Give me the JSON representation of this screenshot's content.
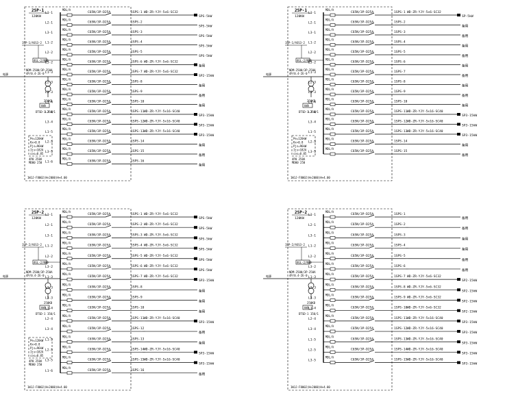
{
  "panels": [
    {
      "id": "tl",
      "ox": 36,
      "oy": 10,
      "w": 155,
      "h": 254,
      "title": "2SP-1",
      "power": "120KW",
      "in_label": "1SP-1/ASS3-2",
      "in_box": "4GL-2/N00",
      "feed": "电源",
      "breaker": "NDM-250H/3P-250A",
      "breaker2": "4P/0.4-2E-0",
      "rating": "250KB",
      "meter": "kWh",
      "ct": "DTSD-1 150/1",
      "notes": [
        "Pe=120kW",
        "Kx=0.8",
        "Pjs=96kW",
        "Ijs=182A",
        "cos=0.85"
      ],
      "tag1": "4P0 250A",
      "tag2": "MD00 250",
      "footer": "1W1J-F8002(H×2000)H+4.00",
      "rows": [
        {
          "bus": "L1-1",
          "brk": "MDL/A",
          "dev": "C65N/3P-D25A",
          "dest": "1SPS-1",
          "cable": "WD-ZR-YJY-5x6-SC32",
          "load": "SPS-5kW"
        },
        {
          "bus": "L2-1",
          "brk": "MDL/A",
          "dev": "C65N/3P-D25A",
          "dest": "1SPS-2",
          "cable": "",
          "load": "SPS-5kW"
        },
        {
          "bus": "L3-1",
          "brk": "MDL/A",
          "dev": "C65N/3P-D25A",
          "dest": "1SPS-3",
          "cable": "",
          "load": "SPS-5kW"
        },
        {
          "bus": "L1-2",
          "brk": "MDL/A",
          "dev": "C65N/3P-D25A",
          "dest": "1SPS-4",
          "cable": "",
          "load": "SPS-5kW"
        },
        {
          "bus": "L2-2",
          "brk": "MDL/A",
          "dev": "C65N/3P-D25A",
          "dest": "1SPS-5",
          "cable": "",
          "load": "SPS-5kW"
        },
        {
          "bus": "L3-2",
          "brk": "MDL/A",
          "dev": "C65N/3P-D25A",
          "dest": "1SPS-6",
          "cable": "WD-ZR-YJY-5x6-SC32",
          "load": "备用"
        },
        {
          "bus": "L1-3",
          "brk": "MDL/A",
          "dev": "C65N/3P-D25A",
          "dest": "1SPS-7",
          "cable": "WD-ZR-YJY-5x6-SC32",
          "load": "SP2-15kW"
        },
        {
          "bus": "L2-3",
          "brk": "MDL/A",
          "dev": "C65N/3P-D25A",
          "dest": "1SPS-8",
          "cable": "",
          "load": "备用"
        },
        {
          "bus": "L3-3",
          "brk": "MDL/A",
          "dev": "C65N/3P-D25A",
          "dest": "1SPS-9",
          "cable": "",
          "load": "备用"
        },
        {
          "bus": "L1-4",
          "brk": "MDL/A",
          "dev": "C65N/3P-D25A",
          "dest": "1SPS-10",
          "cable": "",
          "load": "备用"
        },
        {
          "bus": "L2-4",
          "brk": "MDL/A",
          "dev": "C65N/3P-D25A",
          "dest": "1SPS-11",
          "cable": "WD-ZR-YJY-5x16-SC40",
          "load": "SP3-15kW"
        },
        {
          "bus": "L3-4",
          "brk": "MDL/A",
          "dev": "C65N/3P-D25A",
          "dest": "1SPS-12",
          "cable": "WD-ZR-YJY-5x16-SC40",
          "load": "SP3-15kW"
        },
        {
          "bus": "L1-5",
          "brk": "MDL/A",
          "dev": "C65N/3P-D25A",
          "dest": "1SPS-13",
          "cable": "WD-ZR-YJY-5x16-SC40",
          "load": "SP3-15kW"
        },
        {
          "bus": "L2-5",
          "brk": "MDL/A",
          "dev": "C65N/3P-D25A",
          "dest": "1SPS-14",
          "cable": "",
          "load": "备用"
        },
        {
          "bus": "L3-5",
          "brk": "MDL/A",
          "dev": "C65N/3P-D25A",
          "dest": "1SPS-15",
          "cable": "",
          "load": "备用"
        },
        {
          "bus": "L1-6",
          "brk": "MDL/A",
          "dev": "C65N/3P-D25A",
          "dest": "1SPS-16",
          "cable": "",
          "load": "备用"
        }
      ]
    },
    {
      "id": "tr",
      "ox": 420,
      "oy": 10,
      "w": 152,
      "h": 254,
      "title": "2SP-1",
      "power": "120KW",
      "in_label": "1SP-1/ASS3-2",
      "in_box": "4GL-2/N00",
      "feed": "电源",
      "breaker": "NDM-250H/3P-250A",
      "breaker2": "4P/0.4-2E-0",
      "rating": "250KB",
      "meter": "kWh",
      "ct": "DTSD-1 150/1",
      "notes": [
        "Pe=120kW",
        "Kx=0.8",
        "Pjs=96kW",
        "Ijs=182A",
        "cos=0.85"
      ],
      "tag1": "4P0 250A",
      "tag2": "MD00 250",
      "footer": "1W1J-F8002(H×2000)H+4.00",
      "rows": [
        {
          "bus": "L1-1",
          "brk": "MDL/A",
          "dev": "C65N/3P-D25A",
          "dest": "1SPS-1",
          "cable": "WD-ZR-YJY-5x6-SC32",
          "load": "SP-5kW"
        },
        {
          "bus": "L2-1",
          "brk": "MDL/A",
          "dev": "C65N/3P-D25A",
          "dest": "1SPS-2",
          "cable": "",
          "load": "备用"
        },
        {
          "bus": "L3-1",
          "brk": "MDL/A",
          "dev": "C65N/3P-D25A",
          "dest": "1SPS-3",
          "cable": "",
          "load": "备用"
        },
        {
          "bus": "L1-2",
          "brk": "MDL/A",
          "dev": "C65N/3P-D25A",
          "dest": "1SPS-4",
          "cable": "",
          "load": "备用"
        },
        {
          "bus": "L2-2",
          "brk": "MDL/A",
          "dev": "C65N/3P-D25A",
          "dest": "1SPS-5",
          "cable": "",
          "load": "备用"
        },
        {
          "bus": "L3-2",
          "brk": "MDL/A",
          "dev": "C65N/3P-D25A",
          "dest": "1SPS-6",
          "cable": "",
          "load": "备用"
        },
        {
          "bus": "L1-3",
          "brk": "MDL/A",
          "dev": "C65N/3P-D25A",
          "dest": "1SPS-7",
          "cable": "",
          "load": "备用"
        },
        {
          "bus": "L2-3",
          "brk": "MDL/A",
          "dev": "C65N/3P-D25A",
          "dest": "1SPS-8",
          "cable": "",
          "load": "备用"
        },
        {
          "bus": "L3-3",
          "brk": "MDL/A",
          "dev": "C65N/3P-D25A",
          "dest": "1SPS-9",
          "cable": "",
          "load": "备用"
        },
        {
          "bus": "L1-4",
          "brk": "MDL/A",
          "dev": "C65N/3P-D25A",
          "dest": "1SPS-10",
          "cable": "",
          "load": "备用"
        },
        {
          "bus": "L2-4",
          "brk": "MDL/A",
          "dev": "C65N/3P-D25A",
          "dest": "1SPS-11",
          "cable": "WD-ZR-YJY-5x16-SC40",
          "load": "SP3-15kW"
        },
        {
          "bus": "L3-4",
          "brk": "MDL/A",
          "dev": "C65N/3P-D25A",
          "dest": "1SPS-12",
          "cable": "WD-ZR-YJY-5x16-SC40",
          "load": "SP3-15kW"
        },
        {
          "bus": "L1-5",
          "brk": "MDL/A",
          "dev": "C65N/3P-D25A",
          "dest": "1SPS-13",
          "cable": "WD-ZR-YJY-5x16-SC40",
          "load": "SP3-15kW"
        },
        {
          "bus": "L2-5",
          "brk": "MDL/A",
          "dev": "C65N/3P-D25A",
          "dest": "1SPS-14",
          "cable": "",
          "load": "备用"
        },
        {
          "bus": "L3-5",
          "brk": "MDL/A",
          "dev": "C65N/3P-D25A",
          "dest": "1SPS-15",
          "cable": "",
          "load": "备用"
        }
      ]
    },
    {
      "id": "bl",
      "ox": 36,
      "oy": 305,
      "w": 155,
      "h": 265,
      "title": "2SP-2",
      "power": "120KW",
      "in_label": "1SP-2/ASS3-2",
      "in_box": "4GL-2/N00",
      "feed": "电源",
      "breaker": "NDM-250H/3P-250A",
      "breaker2": "4P/0.4-2E-0",
      "rating": "250KB",
      "meter": "kWh",
      "ct": "DTSD-1 150/1",
      "notes": [
        "Pe=120kW",
        "Kx=0.8",
        "Pjs=96kW",
        "Ijs=182A",
        "cos=0.85"
      ],
      "tag1": "4P0 250A",
      "tag2": "MD00 250",
      "footer": "1W1J-F8002(H×2000)H+4.00",
      "rows": [
        {
          "bus": "L1-1",
          "brk": "MDL/A",
          "dev": "C65N/3P-D25A",
          "dest": "1SPS-1",
          "cable": "WD-ZR-YJY-5x6-SC32",
          "load": "SPS-5kW"
        },
        {
          "bus": "L2-1",
          "brk": "MDL/A",
          "dev": "C65N/3P-D25A",
          "dest": "1SPS-2",
          "cable": "WD-ZR-YJY-5x6-SC32",
          "load": "SPS-5kW"
        },
        {
          "bus": "L3-1",
          "brk": "MDL/A",
          "dev": "C65N/3P-D25A",
          "dest": "1SPS-3",
          "cable": "WD-ZR-YJY-5x6-SC32",
          "load": "SPS-5kW"
        },
        {
          "bus": "L1-2",
          "brk": "MDL/A",
          "dev": "C65N/3P-D25A",
          "dest": "1SPS-4",
          "cable": "WD-ZR-YJY-5x6-SC32",
          "load": "SPS-5kW"
        },
        {
          "bus": "L2-2",
          "brk": "MDL/A",
          "dev": "C65N/3P-D25A",
          "dest": "1SPS-5",
          "cable": "WD-ZR-YJY-5x6-SC32",
          "load": "SPS-5kW"
        },
        {
          "bus": "L3-2",
          "brk": "MDL/A",
          "dev": "C65N/3P-D25A",
          "dest": "1SPS-6",
          "cable": "WD-ZR-YJY-5x6-SC32",
          "load": "SPS-5kW"
        },
        {
          "bus": "L1-3",
          "brk": "MDL/A",
          "dev": "C65N/3P-D25A",
          "dest": "1SPS-7",
          "cable": "WD-ZR-YJY-5x6-SC32",
          "load": "SP3-15kW"
        },
        {
          "bus": "L2-3",
          "brk": "MDL/A",
          "dev": "C65N/3P-D25A",
          "dest": "1SPS-8",
          "cable": "",
          "load": "备用"
        },
        {
          "bus": "L3-3",
          "brk": "MDL/A",
          "dev": "C65N/3P-D25A",
          "dest": "1SPS-9",
          "cable": "",
          "load": "备用"
        },
        {
          "bus": "L1-4",
          "brk": "MDL/A",
          "dev": "C65N/3P-D25A",
          "dest": "1SPS-10",
          "cable": "",
          "load": "备用"
        },
        {
          "bus": "L2-4",
          "brk": "MDL/A",
          "dev": "C65N/3P-D25A",
          "dest": "1SPS-11",
          "cable": "WD-ZR-YJY-5x16-SC40",
          "load": "SP3-15kW"
        },
        {
          "bus": "L3-4",
          "brk": "MDL/A",
          "dev": "C65N/3P-D25A",
          "dest": "1SPS-12",
          "cable": "",
          "load": "备用"
        },
        {
          "bus": "L1-5",
          "brk": "MDL/A",
          "dev": "C65N/3P-D25A",
          "dest": "1SPS-13",
          "cable": "",
          "load": "备用"
        },
        {
          "bus": "L2-5",
          "brk": "MDL/A",
          "dev": "C65N/3P-D25A",
          "dest": "1SPS-14",
          "cable": "WD-ZR-YJY-5x16-SC40",
          "load": "SP3-15kW"
        },
        {
          "bus": "L3-5",
          "brk": "MDL/A",
          "dev": "C65N/3P-D25A",
          "dest": "1SPS-15",
          "cable": "WD-ZR-YJY-5x16-SC40",
          "load": "SP3-15kW"
        },
        {
          "bus": "L1-6",
          "brk": "MDL/A",
          "dev": "C65N/3P-D25A",
          "dest": "1SPS-16",
          "cable": "",
          "load": "备用"
        }
      ]
    },
    {
      "id": "br",
      "ox": 420,
      "oy": 305,
      "w": 152,
      "h": 265,
      "title": "2SP-2",
      "power": "120KW",
      "in_label": "1SP-2/ASS3-2",
      "in_box": "4GL-2/N00",
      "feed": "电源",
      "breaker": "NDM-250H/3P-250A",
      "breaker2": "4P/0.4-2E-0",
      "rating": "250KB",
      "meter": "kWh",
      "ct": "DTSD-1 150/1",
      "notes": [],
      "tag1": "",
      "tag2": "",
      "footer": "1W1J-F8002(H×2000)H+4.00",
      "rows": [
        {
          "bus": "L1-1",
          "brk": "MDL/A",
          "dev": "C65N/3P-D25A",
          "dest": "1SPS-1",
          "cable": "",
          "load": "备用"
        },
        {
          "bus": "L2-1",
          "brk": "MDL/A",
          "dev": "C65N/3P-D25A",
          "dest": "1SPS-2",
          "cable": "",
          "load": "备用"
        },
        {
          "bus": "L3-1",
          "brk": "MDL/A",
          "dev": "C65N/3P-D25A",
          "dest": "1SPS-3",
          "cable": "",
          "load": "备用"
        },
        {
          "bus": "L1-2",
          "brk": "MDL/A",
          "dev": "C65N/3P-D25A",
          "dest": "1SPS-4",
          "cable": "",
          "load": "备用"
        },
        {
          "bus": "L2-2",
          "brk": "MDL/A",
          "dev": "C65N/3P-D25A",
          "dest": "1SPS-5",
          "cable": "",
          "load": "备用"
        },
        {
          "bus": "L3-2",
          "brk": "MDL/A",
          "dev": "C65N/3P-D25A",
          "dest": "1SPS-6",
          "cable": "",
          "load": "备用"
        },
        {
          "bus": "L1-3",
          "brk": "MDL/A",
          "dev": "C65N/3P-D25A",
          "dest": "1SPS-7",
          "cable": "WD-ZR-YJY-5x6-SC32",
          "load": "SP2-15kW"
        },
        {
          "bus": "L2-3",
          "brk": "MDL/A",
          "dev": "C65N/3P-D25A",
          "dest": "1SPS-8",
          "cable": "WD-ZR-YJY-5x6-SC32",
          "load": "SP2-15kW"
        },
        {
          "bus": "L3-3",
          "brk": "MDL/A",
          "dev": "C65N/3P-D25A",
          "dest": "1SPS-9",
          "cable": "WD-ZR-YJY-5x6-SC32",
          "load": "SP2-15kW"
        },
        {
          "bus": "L1-4",
          "brk": "MDL/A",
          "dev": "C65N/3P-D25A",
          "dest": "1SPS-10",
          "cable": "WD-ZR-YJY-5x6-SC32",
          "load": "SP2-15kW"
        },
        {
          "bus": "L2-4",
          "brk": "MDL/A",
          "dev": "C65N/3P-D25A",
          "dest": "1SPS-11",
          "cable": "WD-ZR-YJY-5x16-SC40",
          "load": "SP3-15kW"
        },
        {
          "bus": "L3-4",
          "brk": "MDL/A",
          "dev": "C65N/3P-D25A",
          "dest": "1SPS-12",
          "cable": "WD-ZR-YJY-5x16-SC40",
          "load": "SP3-15kW"
        },
        {
          "bus": "L1-5",
          "brk": "MDL/A",
          "dev": "C65N/3P-D25A",
          "dest": "1SPS-13",
          "cable": "WD-ZR-YJY-5x16-SC40",
          "load": "SP3-15kW"
        },
        {
          "bus": "L2-5",
          "brk": "MDL/A",
          "dev": "C65N/3P-D25A",
          "dest": "1SPS-14",
          "cable": "WD-ZR-YJY-5x16-SC40",
          "load": "SP3-15kW"
        },
        {
          "bus": "L3-5",
          "brk": "MDL/A",
          "dev": "C65N/3P-D25A",
          "dest": "1SPS-15",
          "cable": "WD-ZR-YJY-5x16-SC40",
          "load": "SP3-15kW"
        }
      ]
    }
  ]
}
